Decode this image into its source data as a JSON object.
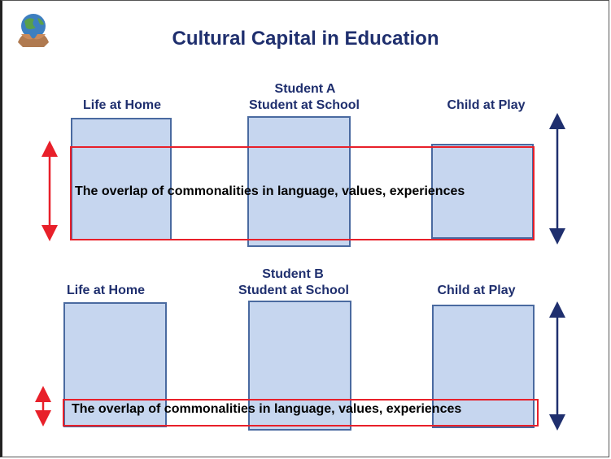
{
  "title": "Cultural Capital in Education",
  "logo_icon": "globe-hands-icon",
  "section_a": {
    "heading_line1": "Student A",
    "label_home": "Life at Home",
    "label_school": "Student at School",
    "label_play": "Child at Play",
    "overlap_text": "The overlap of commonalities in language, values, experiences"
  },
  "section_b": {
    "heading_line1": "Student B",
    "label_home": "Life at Home",
    "label_school": "Student at School",
    "label_play": "Child at Play",
    "overlap_text": "The overlap of commonalities in language, values, experiences"
  },
  "colors": {
    "title": "#1f2f6e",
    "box_fill": "#c6d6ef",
    "box_border": "#4a6aa0",
    "overlap_border": "#e8202a",
    "overlap_arrow": "#e8202a",
    "range_arrow": "#1f2f6e"
  }
}
